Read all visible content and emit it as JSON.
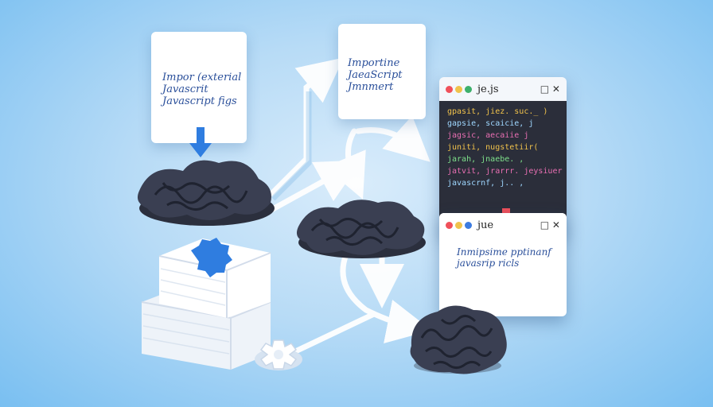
{
  "card_left": {
    "lines": [
      "Impor (exterial",
      "Javascrit",
      "Javascript figs"
    ]
  },
  "card_middle": {
    "lines": [
      "Importine",
      "JaeaScript",
      "Jmnmert"
    ]
  },
  "code_window": {
    "title": "je.js",
    "controls": "□ ✕",
    "code_lines": [
      "gpasit, jiez. suc._ )",
      "gapsie, scaicie, j",
      "jagsic, aecaiie j",
      "juniti, nugstetiir(",
      "jarah, jnaebe. ,",
      "jatvit, jrarrr. jeysiuer je. ]",
      "javascrnf, j.. ,"
    ],
    "colors": {
      "background": "#2b2e3a",
      "keyword": "#f0c24b",
      "string": "#e86fb2",
      "text": "#9fd7ff",
      "accent": "#7ee08b"
    }
  },
  "result_window": {
    "title": "jue",
    "controls": "□ ✕",
    "lines": [
      "Inmipsime pptinanf",
      "javasrip ricls"
    ]
  },
  "icons": {
    "down_arrow": "blue-down-arrow-icon",
    "red_arrow": "red-down-arrow-icon",
    "gear": "gear-icon",
    "puzzle": "puzzle-icon",
    "brain": "brain-icon",
    "tangle": "tangled-network-icon"
  },
  "colors": {
    "background": "#b7dbf6",
    "arrow": "#ffffff",
    "blue_accent": "#2f7de0",
    "red_accent": "#f0505a",
    "dark_shape": "#3a3f52"
  }
}
